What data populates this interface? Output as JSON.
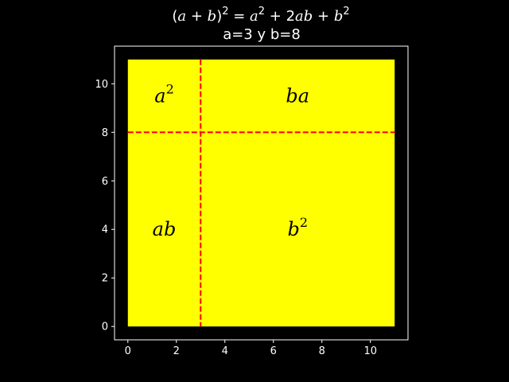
{
  "chart_data": {
    "type": "area",
    "title": {
      "line1_parts": [
        "(",
        "a",
        " + ",
        "b",
        ")",
        "2",
        " = ",
        "a",
        "2",
        " + 2",
        "ab",
        " + ",
        "b",
        "2"
      ],
      "line2": "a=3 y b=8"
    },
    "params": {
      "a": 3,
      "b": 8
    },
    "xlim": [
      -0.55,
      11.55
    ],
    "ylim": [
      -0.55,
      11.55
    ],
    "xticks": [
      0,
      2,
      4,
      6,
      8,
      10
    ],
    "yticks": [
      0,
      2,
      4,
      6,
      8,
      10
    ],
    "xtick_labels": [
      "0",
      "2",
      "4",
      "6",
      "8",
      "10"
    ],
    "ytick_labels": [
      "0",
      "2",
      "4",
      "6",
      "8",
      "10"
    ],
    "xlabel": "",
    "ylabel": "",
    "grid": false,
    "square": {
      "x": [
        0,
        11
      ],
      "y": [
        0,
        11
      ]
    },
    "divider_lines": [
      {
        "orientation": "vertical",
        "x": 3
      },
      {
        "orientation": "horizontal",
        "y": 8
      }
    ],
    "region_labels": [
      {
        "id": "a2",
        "base": "a",
        "sup": "2",
        "x": 1.5,
        "y": 9.5
      },
      {
        "id": "ba",
        "base": "ba",
        "sup": "",
        "x": 7.0,
        "y": 9.5
      },
      {
        "id": "ab",
        "base": "ab",
        "sup": "",
        "x": 1.5,
        "y": 4.0
      },
      {
        "id": "b2",
        "base": "b",
        "sup": "2",
        "x": 7.0,
        "y": 4.0
      }
    ],
    "colors": {
      "background": "#000000",
      "square_fill": "#ffff00",
      "divider": "#ff0000",
      "axes": "#ffffff",
      "text": "#ffffff",
      "region_text": "#000000"
    }
  }
}
